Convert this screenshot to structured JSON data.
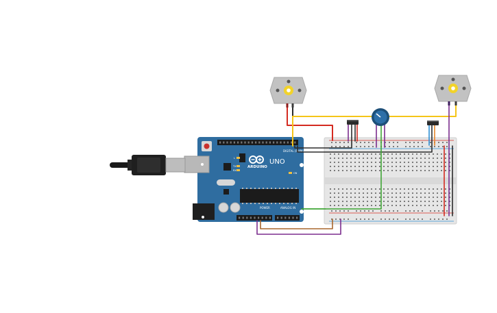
{
  "canvas": {
    "background": "#ffffff"
  },
  "arduino": {
    "brand_label": "ARDUINO",
    "model_label": "UNO",
    "digital_header_label": "DIGITAL (PWM~)",
    "analog_header_label": "ANALOG IN",
    "power_header_label": "POWER",
    "tx_label": "TX",
    "rx_label": "RX",
    "l_label": "L",
    "on_label": "ON",
    "board_color": "#2f6da0",
    "logo_icon": "infinity-logo-icon"
  },
  "usb_cable": {
    "icon": "usb-plug-icon",
    "color": "#1a1a1a"
  },
  "components": {
    "motor_left": {
      "icon": "dc-motor-icon",
      "shaft_color": "#f2d32a"
    },
    "motor_right": {
      "icon": "dc-motor-icon",
      "shaft_color": "#f2d32a"
    },
    "potentiometer": {
      "icon": "potentiometer-icon",
      "knob_color": "#2d6fa8"
    },
    "transistor_left": {
      "icon": "transistor-icon"
    },
    "transistor_right": {
      "icon": "transistor-icon"
    },
    "breadboard": {
      "icon": "breadboard-icon",
      "color": "#e6e6e6"
    }
  },
  "wire_colors": {
    "red": "#d42a20",
    "yellow": "#f5c518",
    "green": "#3fa535",
    "purple": "#7b2d8e",
    "brown": "#a8662c",
    "black": "#2b2b2b",
    "blue": "#2f8fd6",
    "orange": "#e8862a"
  }
}
